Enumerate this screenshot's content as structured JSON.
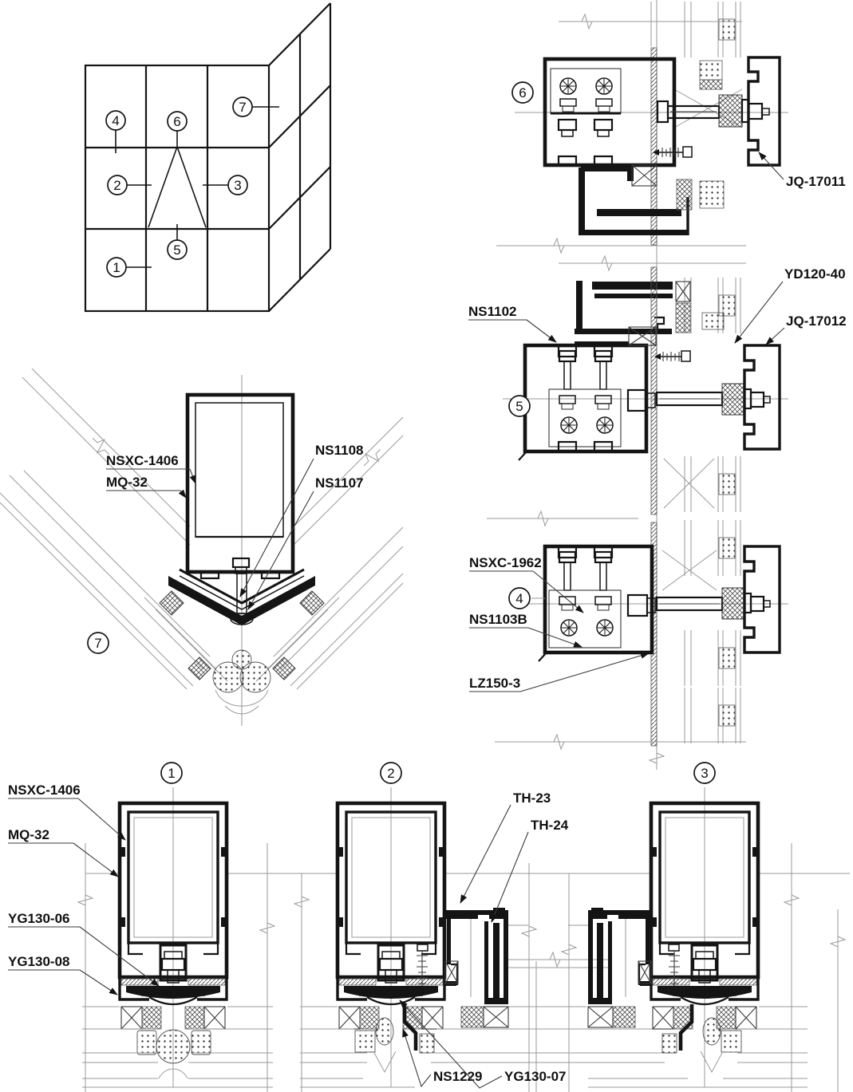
{
  "sheet": {
    "background": "#ffffff",
    "line_color": "#141414",
    "thin_line_color": "#9a9a9a",
    "description": "Curtain wall construction node details"
  },
  "key_plan": {
    "callouts": [
      "1",
      "2",
      "3",
      "4",
      "5",
      "6",
      "7"
    ]
  },
  "details": {
    "d1": {
      "number": "1",
      "labels": {
        "l1": "NSXC-1406",
        "l2": "MQ-32",
        "l3": "YG130-06",
        "l4": "YG130-08"
      }
    },
    "d2": {
      "number": "2",
      "labels": {
        "l1": "TH-23",
        "l2": "TH-24",
        "l3": "NS1229",
        "l4": "YG130-07"
      }
    },
    "d3": {
      "number": "3"
    },
    "d4": {
      "number": "4",
      "labels": {
        "l1": "NSXC-1962",
        "l2": "NS1103B",
        "l3": "LZ150-3"
      }
    },
    "d5": {
      "number": "5",
      "labels": {
        "l1": "NS1102",
        "l2": "YD120-40",
        "l3": "JQ-17012"
      }
    },
    "d6": {
      "number": "6",
      "labels": {
        "l1": "JQ-17011"
      }
    },
    "d7": {
      "number": "7",
      "labels": {
        "l1": "NSXC-1406",
        "l2": "MQ-32",
        "l3": "NS1108",
        "l4": "NS1107"
      }
    }
  }
}
